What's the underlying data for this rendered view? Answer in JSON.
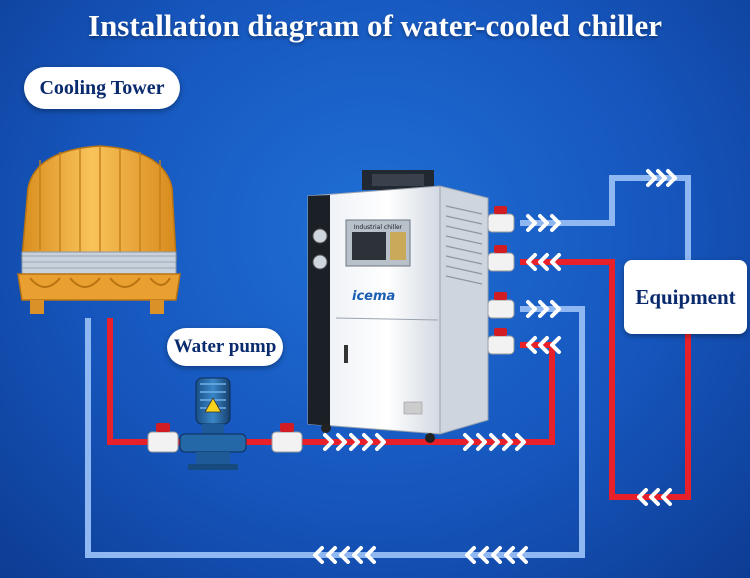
{
  "title": "Installation diagram of water-cooled chiller",
  "labels": {
    "cooling_tower": "Cooling Tower",
    "water_pump": "Water pump",
    "equipment": "Equipment"
  },
  "chiller": {
    "panel_text": "Industrial chiller",
    "logo_text": "icema"
  },
  "colors": {
    "hot_pipe": "#e8202a",
    "cold_pipe": "#8fb8f2",
    "background": "#1656bd",
    "tower": "#f4b13c"
  }
}
